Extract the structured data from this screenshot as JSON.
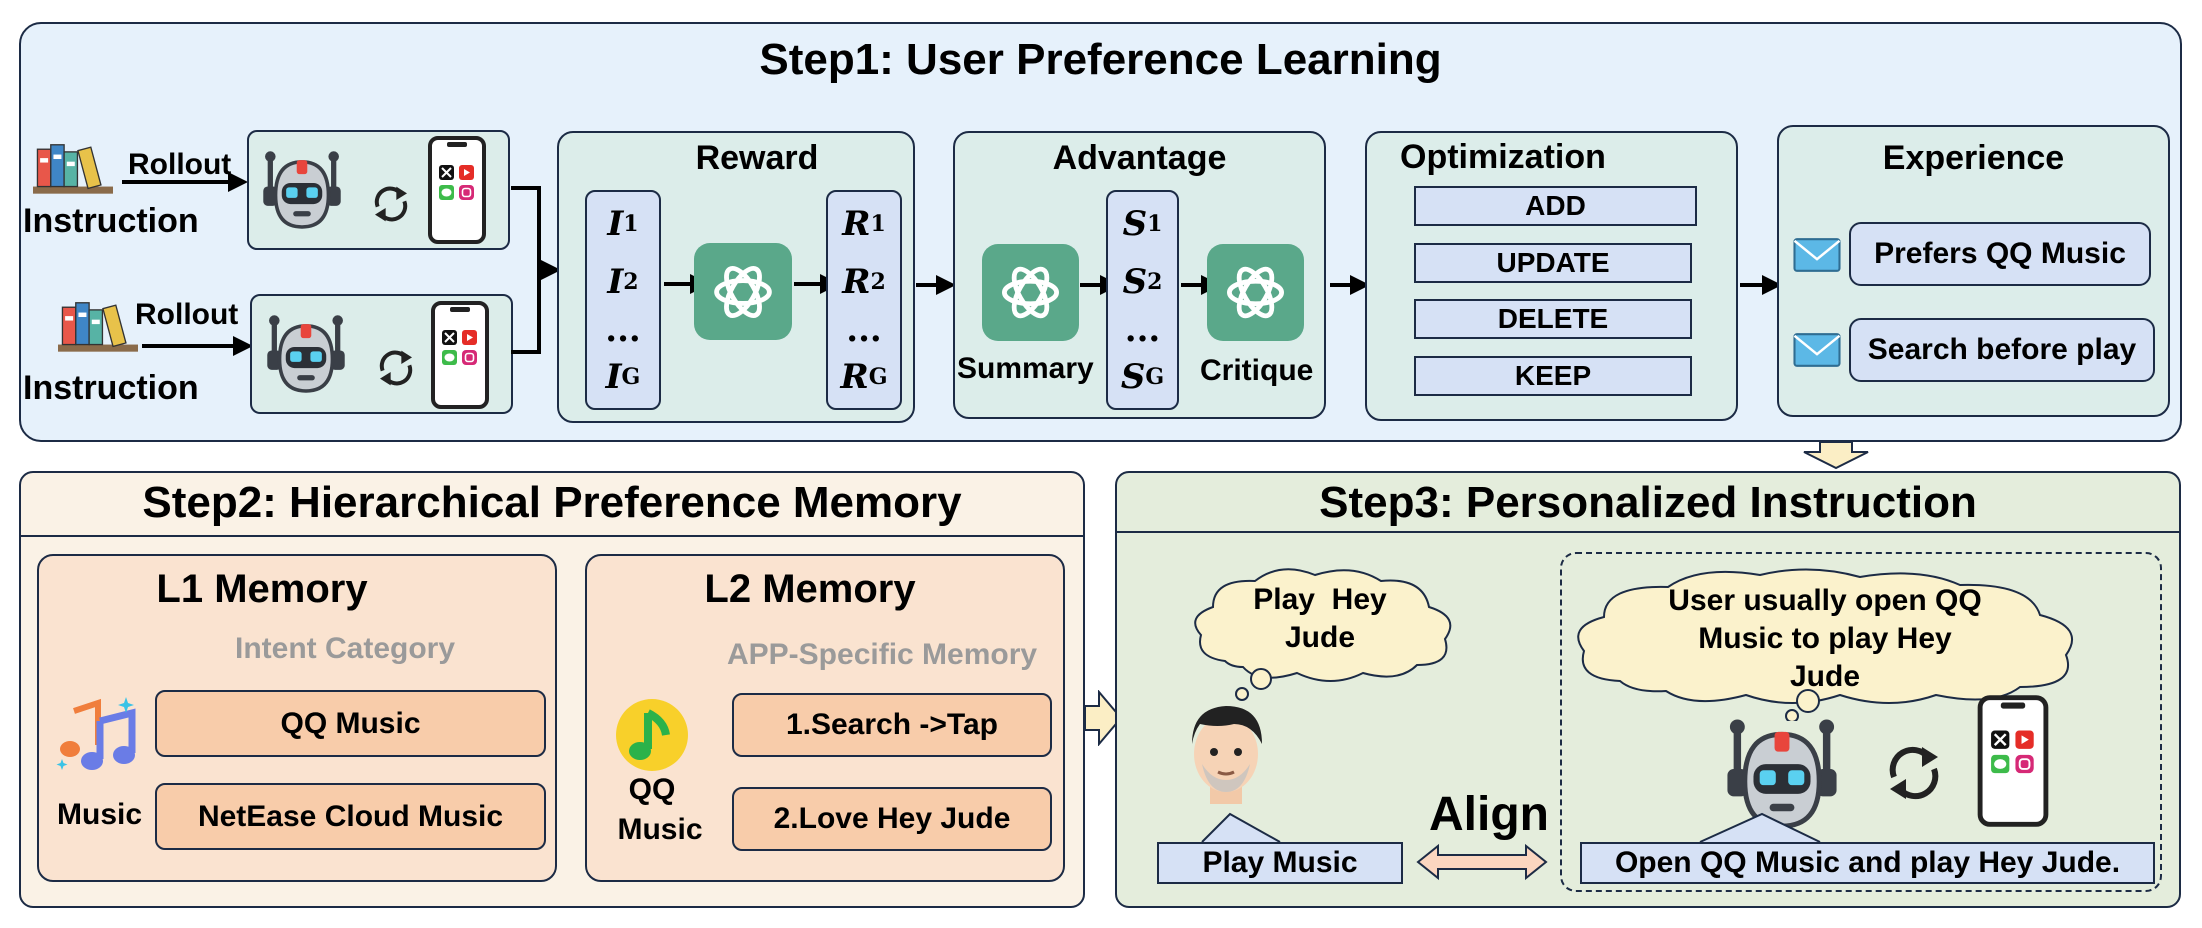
{
  "step1": {
    "title": "Step1: User Preference Learning",
    "rollout_label": "Rollout",
    "instruction_label": "Instruction",
    "reward": {
      "title": "Reward",
      "inputs": [
        "I",
        "I",
        "...",
        "I"
      ],
      "input_subs": [
        "1",
        "2",
        "",
        "G"
      ],
      "outputs": [
        "R",
        "R",
        "...",
        "R"
      ],
      "output_subs": [
        "1",
        "2",
        "",
        "G"
      ]
    },
    "advantage": {
      "title": "Advantage",
      "summary_label": "Summary",
      "critique_label": "Critique",
      "items": [
        "S",
        "S",
        "...",
        "S"
      ],
      "item_subs": [
        "1",
        "2",
        "",
        "G"
      ]
    },
    "optimization": {
      "title": "Optimization",
      "ops": [
        "ADD",
        "UPDATE",
        "DELETE",
        "KEEP"
      ]
    },
    "experience": {
      "title": "Experience",
      "items": [
        "Prefers QQ Music",
        "Search before play"
      ]
    }
  },
  "step2": {
    "title": "Step2: Hierarchical Preference Memory",
    "l1": {
      "title": "L1 Memory",
      "subtitle": "Intent Category",
      "icon_label": "Music",
      "items": [
        "QQ Music",
        "NetEase Cloud Music"
      ]
    },
    "l2": {
      "title": "L2 Memory",
      "subtitle": "APP-Specific Memory",
      "icon_label_1": "QQ",
      "icon_label_2": "Music",
      "items": [
        "1.Search ->Tap",
        "2.Love Hey Jude"
      ]
    }
  },
  "step3": {
    "title": "Step3: Personalized Instruction",
    "user_thought_1": "Play  Hey",
    "user_thought_2": "Jude",
    "agent_thought_1": "User usually open QQ",
    "agent_thought_2": "Music to play Hey",
    "agent_thought_3": "Jude",
    "user_instruction": "Play Music",
    "align_label": "Align",
    "agent_instruction": "Open QQ Music and play Hey Jude."
  },
  "colors": {
    "step1_bg": "#e6f1fb",
    "step2_bg": "#faf2e6",
    "step3_bg": "#e4eddc",
    "gpt_green": "#5aa88a",
    "box_blue": "#d6e1f5",
    "box_orange": "#f8ccaa",
    "cloud": "#fbf2cc",
    "outline": "#1c2b45"
  },
  "icons": [
    "books-icon",
    "robot-icon",
    "phone-icon",
    "refresh-icon",
    "openai-logo-icon",
    "mail-icon",
    "music-notes-icon",
    "qq-music-icon",
    "user-avatar-icon",
    "arrow-right-icon",
    "arrow-down-icon",
    "double-arrow-icon",
    "thought-cloud-icon"
  ]
}
